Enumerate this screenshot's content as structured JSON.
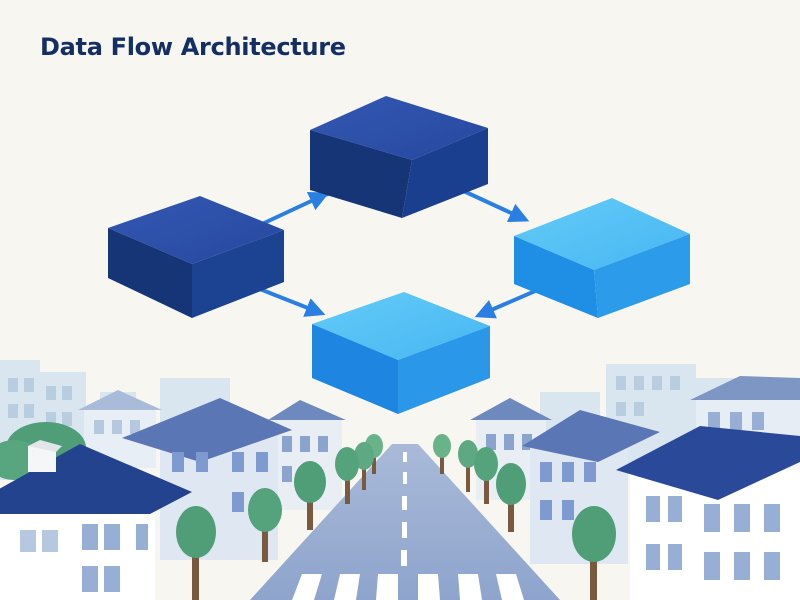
{
  "diagram": {
    "title": "Data Flow Architecture",
    "nodes": [
      {
        "id": "top",
        "label": "",
        "color": "#1f3e8e"
      },
      {
        "id": "left",
        "label": "",
        "color": "#1f3e8e"
      },
      {
        "id": "right",
        "label": "",
        "color": "#2f90ea"
      },
      {
        "id": "bottom",
        "label": "",
        "color": "#2f90ea"
      }
    ],
    "edges": [
      {
        "from": "left",
        "to": "top"
      },
      {
        "from": "top",
        "to": "right"
      },
      {
        "from": "right",
        "to": "bottom"
      },
      {
        "from": "left",
        "to": "bottom"
      }
    ],
    "arrow_color": "#2a7fe3",
    "scene": "city street with buildings and trees"
  }
}
